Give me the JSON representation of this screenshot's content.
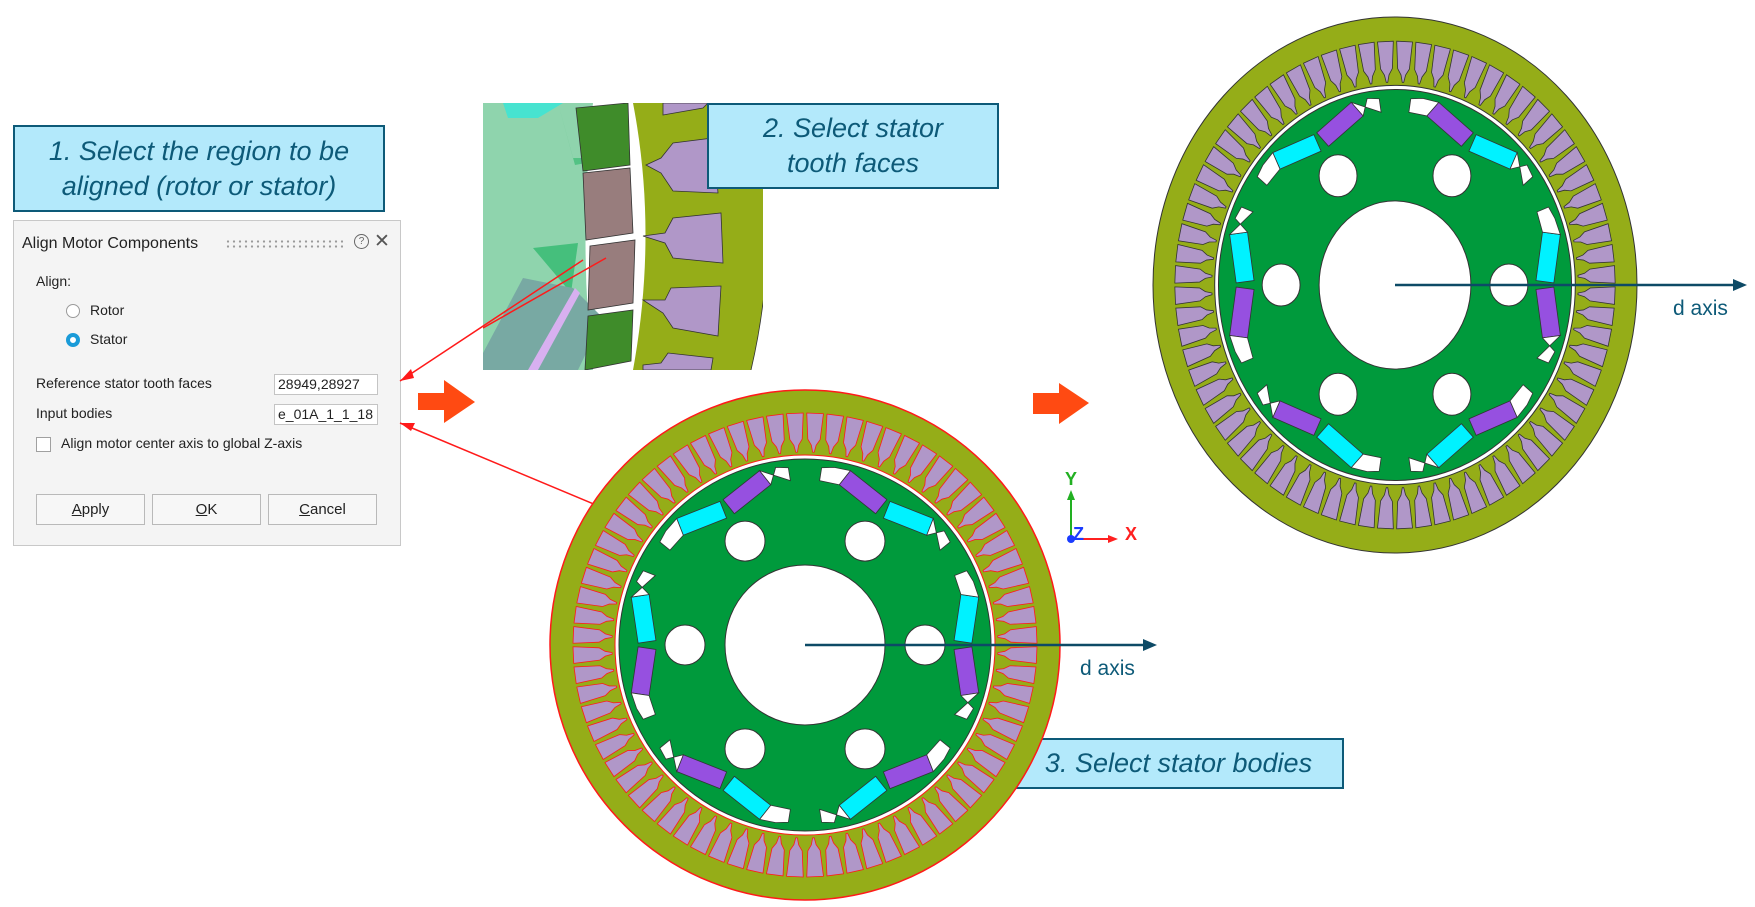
{
  "callouts": {
    "step1": "1. Select the region to be aligned (rotor or stator)",
    "step1_line1": "1. Select the region to be",
    "step1_line2": "aligned (rotor or stator)",
    "step2_line1": "2. Select stator",
    "step2_line2": "tooth faces",
    "step3": "3. Select stator bodies"
  },
  "dialog": {
    "title": "Align Motor Components",
    "help_icon": "?",
    "close_icon": "✕",
    "align_label": "Align:",
    "options": [
      {
        "label": "Rotor",
        "selected": false
      },
      {
        "label": "Stator",
        "selected": true
      }
    ],
    "reference_label": "Reference stator tooth faces",
    "reference_value": "28949,28927",
    "input_bodies_label": "Input bodies",
    "input_bodies_value": "e_01A_1_1_18",
    "checkbox_label": "Align motor center axis to global Z-axis",
    "checkbox_checked": false,
    "buttons": {
      "apply": {
        "mnemonic": "A",
        "rest": "pply"
      },
      "ok": {
        "mnemonic": "O",
        "rest": "K"
      },
      "cancel": {
        "mnemonic": "C",
        "rest": "ancel"
      }
    }
  },
  "viewport": {
    "d_axis_label": "d axis",
    "triad": {
      "y": "Y",
      "z": "Z",
      "x": "X"
    }
  },
  "motor": {
    "stator_slots": 72,
    "magnet_poles": 6,
    "rotor_holes": 6
  },
  "colors": {
    "callout_bg": "#b3e9fb",
    "callout_border": "#0d5a78",
    "callout_text": "#0d5a78",
    "stator": "#95ad18",
    "slot": "#b097c8",
    "rotor": "#009a3c",
    "magnet_cyan": "#00f2ff",
    "magnet_purple": "#9650e0",
    "selection": "#ff1a1a",
    "arrow_orange": "#ff4a12",
    "d_axis": "#0d4a66",
    "radio_on": "#1a9bd8"
  }
}
